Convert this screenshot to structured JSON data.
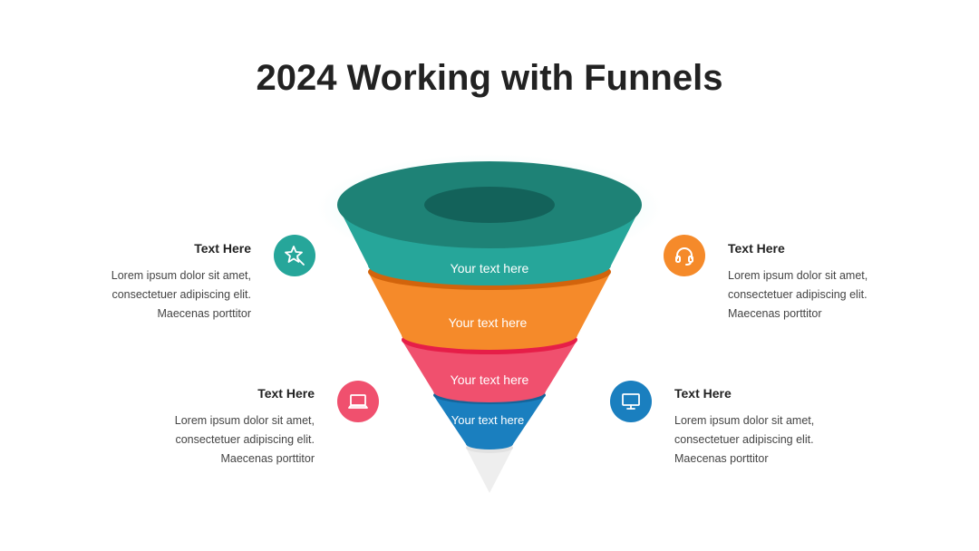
{
  "title": "2024 Working with Funnels",
  "colors": {
    "teal": "#26a69a",
    "orange": "#f58a2a",
    "pink": "#f0506e",
    "blue": "#1a7fbf"
  },
  "funnel": {
    "segments": [
      {
        "label": "Your text here",
        "color": "#26a69a"
      },
      {
        "label": "Your text here",
        "color": "#f58a2a"
      },
      {
        "label": "Your text here",
        "color": "#f0506e"
      },
      {
        "label": "Your text here",
        "color": "#1a7fbf"
      }
    ]
  },
  "blocks": [
    {
      "heading": "Text Here",
      "lines": [
        "Lorem ipsum dolor sit amet,",
        "consectetuer adipiscing elit.",
        "Maecenas porttitor"
      ],
      "icon": "star-wand-icon"
    },
    {
      "heading": "Text Here",
      "lines": [
        "Lorem ipsum dolor sit amet,",
        "consectetuer adipiscing elit.",
        "Maecenas porttitor"
      ],
      "icon": "headset-icon"
    },
    {
      "heading": "Text Here",
      "lines": [
        "Lorem ipsum dolor sit amet,",
        "consectetuer adipiscing elit.",
        "Maecenas porttitor"
      ],
      "icon": "laptop-icon"
    },
    {
      "heading": "Text Here",
      "lines": [
        "Lorem ipsum dolor sit amet,",
        "consectetuer adipiscing elit.",
        "Maecenas porttitor"
      ],
      "icon": "monitor-icon"
    }
  ]
}
